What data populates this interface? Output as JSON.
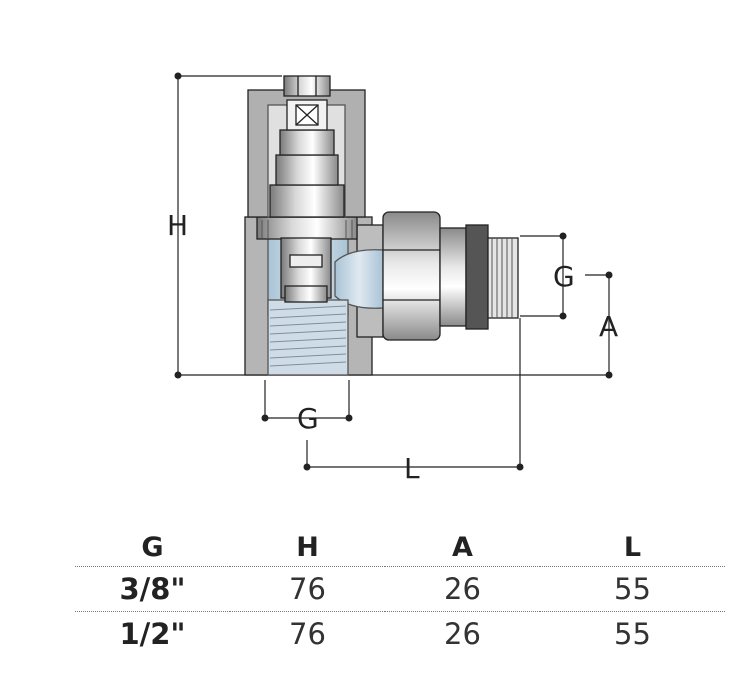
{
  "diagram": {
    "labels": {
      "height": "H",
      "offset": "A",
      "length": "L",
      "inlet_thread": "G",
      "outlet_thread": "G"
    }
  },
  "table": {
    "headers": [
      "G",
      "H",
      "A",
      "L"
    ],
    "rows": [
      [
        "3/8\"",
        "76",
        "26",
        "55"
      ],
      [
        "1/2\"",
        "76",
        "26",
        "55"
      ]
    ]
  }
}
